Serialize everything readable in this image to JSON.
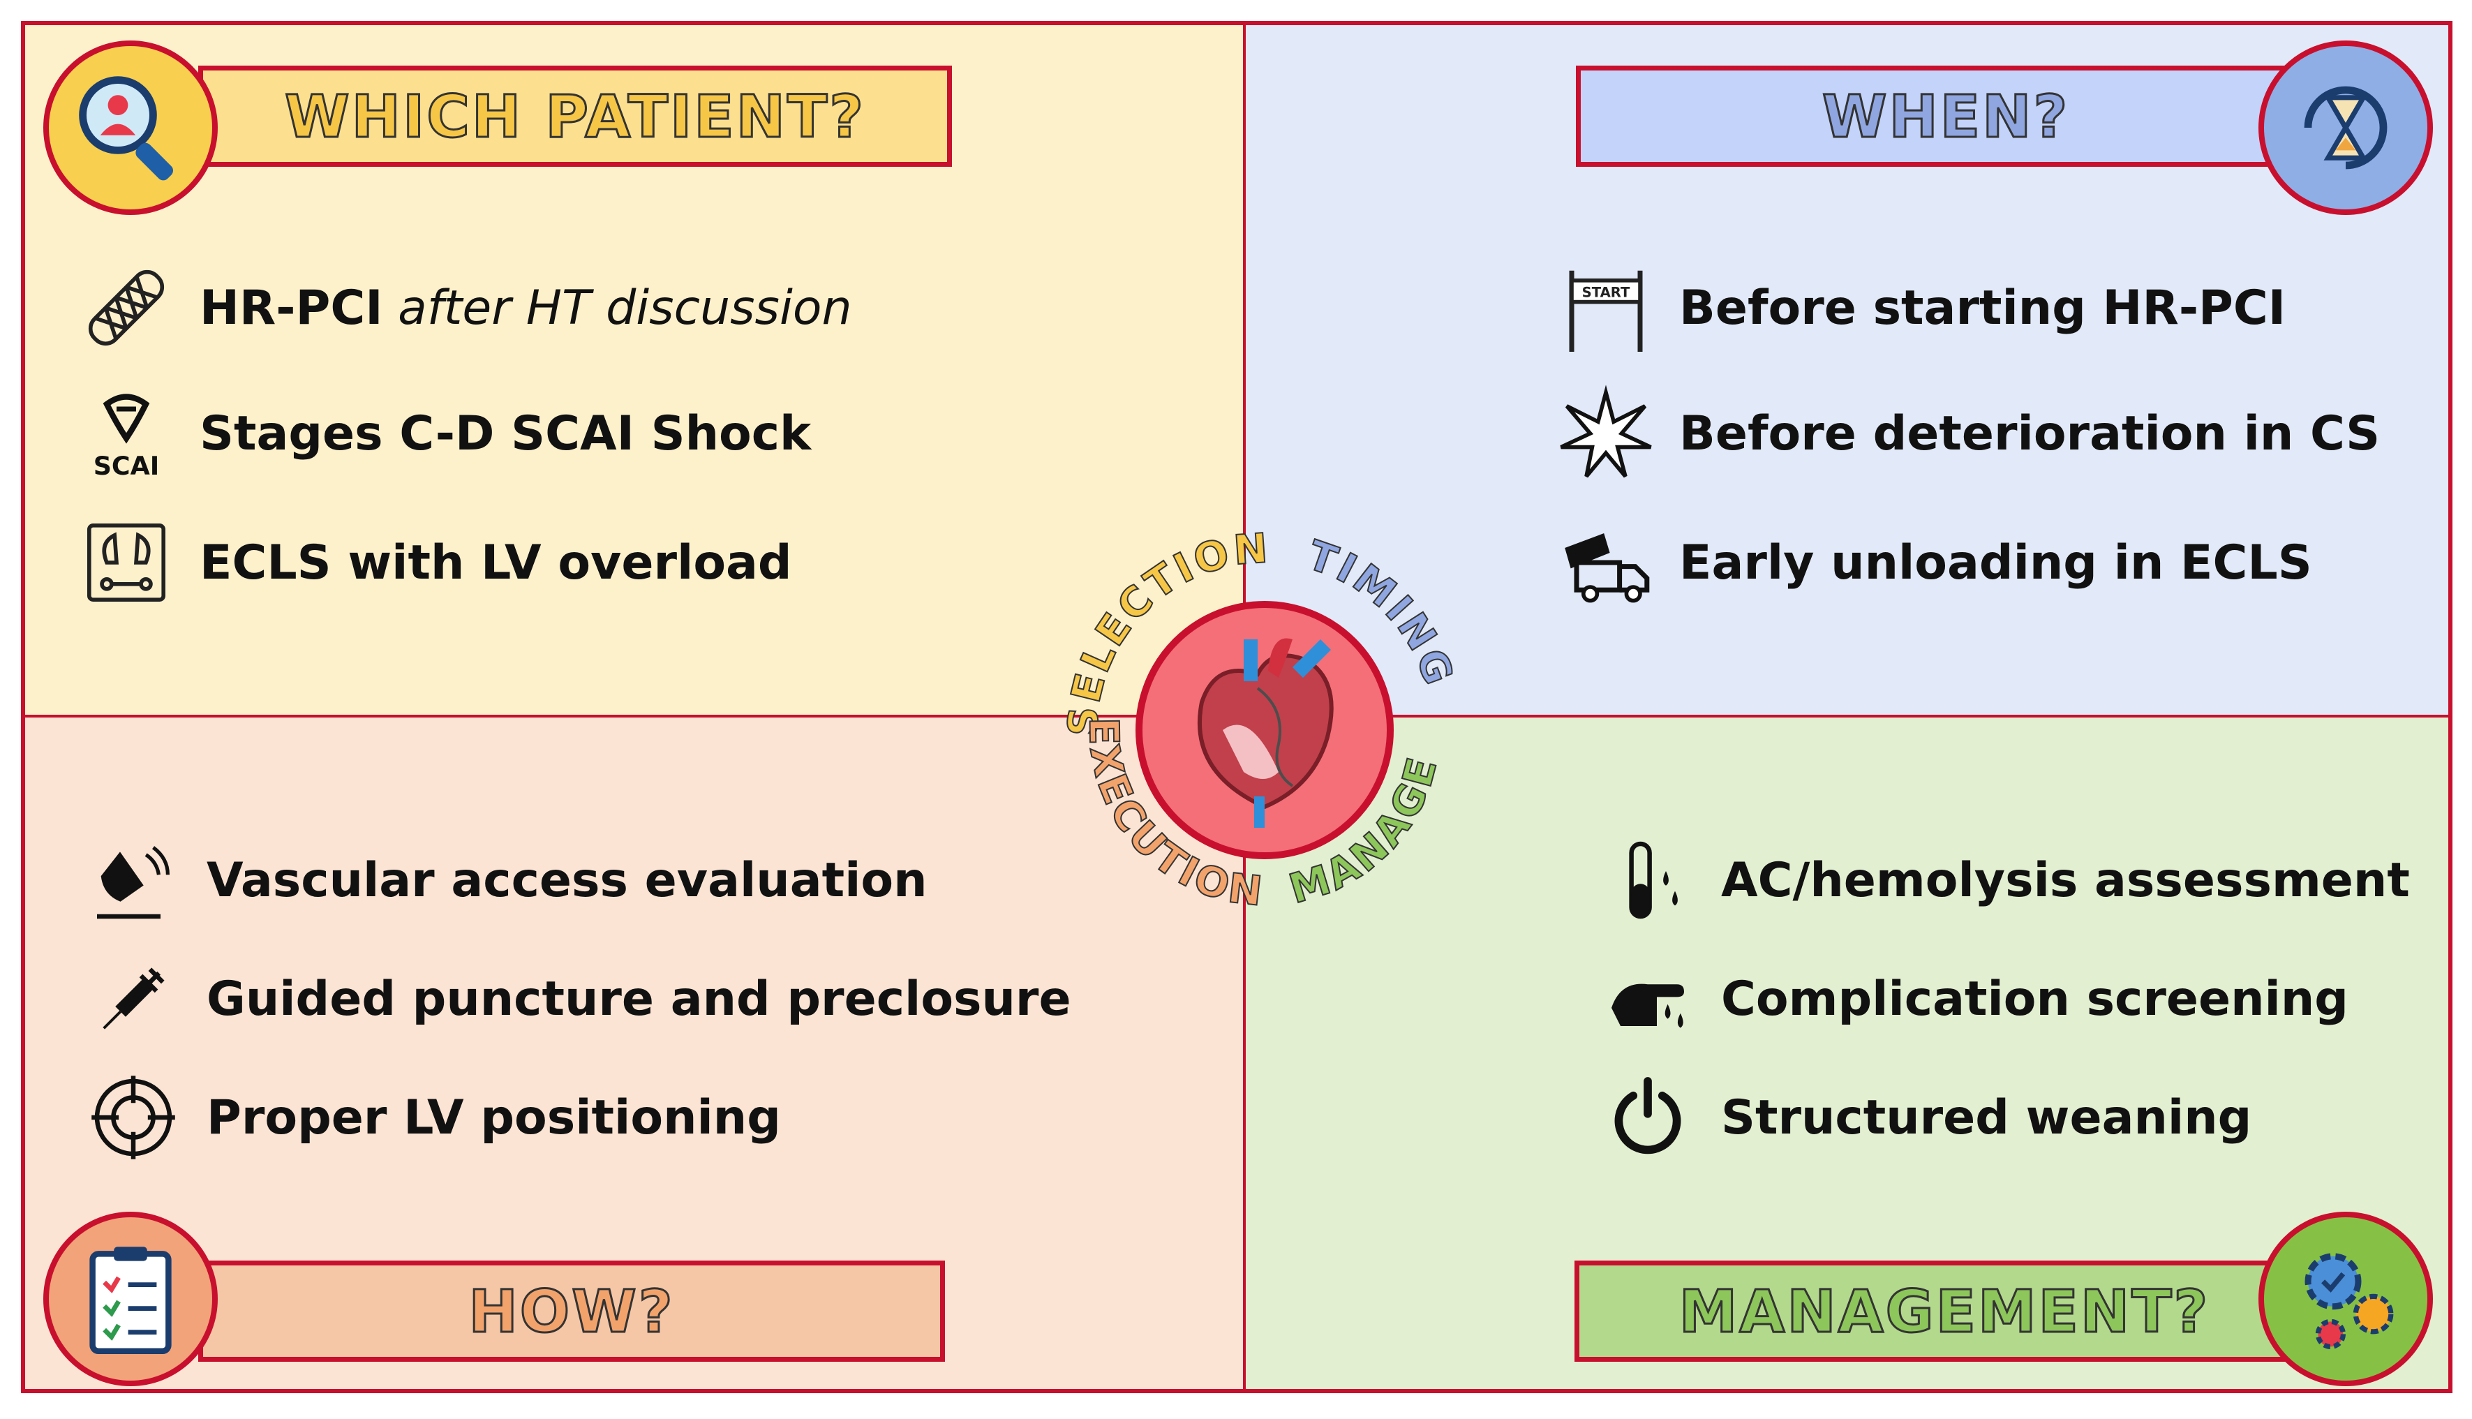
{
  "colors": {
    "frame": "#c8102e",
    "selection": "#f6c646",
    "timing": "#8fa6e0",
    "execution": "#f2a36c",
    "manage": "#8dc65a",
    "heart_circle": "#f46f78"
  },
  "center": {
    "selection_label": "SELECTION",
    "timing_label": "TIMING",
    "execution_label": "EXECUTION",
    "manage_label": "MANAGE"
  },
  "quadrants": {
    "which_patient": {
      "title": "WHICH PATIENT?",
      "icon": "magnifier-user-icon",
      "items": [
        {
          "icon": "stent-icon",
          "bold": "HR-PCI",
          "italic": " after HT discussion"
        },
        {
          "icon": "scai-logo-icon",
          "logo_text": "SCAI",
          "bold": "Stages C-D SCAI Shock"
        },
        {
          "icon": "ecls-monitor-icon",
          "bold": "ECLS with LV overload"
        }
      ]
    },
    "when": {
      "title": "WHEN?",
      "icon": "hourglass-refresh-icon",
      "items": [
        {
          "icon": "start-gate-icon",
          "sign_text": "START",
          "bold": "Before starting HR-PCI"
        },
        {
          "icon": "explosion-icon",
          "bold": "Before deterioration in CS"
        },
        {
          "icon": "unloading-truck-icon",
          "bold": "Early unloading in ECLS"
        }
      ]
    },
    "how": {
      "title": "HOW?",
      "icon": "clipboard-checklist-icon",
      "items": [
        {
          "icon": "ultrasound-probe-icon",
          "bold": "Vascular access evaluation"
        },
        {
          "icon": "syringe-icon",
          "bold": "Guided puncture and preclosure"
        },
        {
          "icon": "crosshair-icon",
          "bold": "Proper LV positioning"
        }
      ]
    },
    "management": {
      "title": "MANAGEMENT?",
      "icon": "gears-check-icon",
      "items": [
        {
          "icon": "test-tube-drops-icon",
          "bold": "AC/hemolysis assessment"
        },
        {
          "icon": "hand-bleeding-icon",
          "bold": "Complication screening"
        },
        {
          "icon": "power-icon",
          "bold": "Structured weaning"
        }
      ]
    }
  }
}
